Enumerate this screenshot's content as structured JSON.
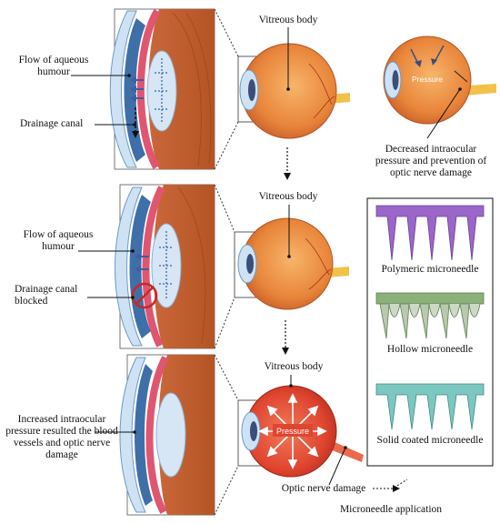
{
  "panel1": {
    "label_flow": "Flow of aqueous humour",
    "label_drain": "Drainage canal",
    "label_vitreous": "Vitreous body"
  },
  "panel2": {
    "label_flow": "Flow of aqueous humour",
    "label_drain": "Drainage canal blocked",
    "label_vitreous": "Vitreous body"
  },
  "panel3": {
    "label_pressure_damage": "Increased intraocular pressure resulted the blood vessels and optic nerve damage",
    "label_vitreous": "Vitreous body",
    "label_pressure": "Pressure",
    "label_optic": "Optic nerve damage"
  },
  "treated_eye": {
    "label_pressure": "Pressure",
    "label_outcome": "Decreased intraocular pressure and prevention of optic nerve damage"
  },
  "microneedles": {
    "polymeric": "Polymeric microneedle",
    "hollow": "Hollow microneedle",
    "solid": "Solid coated microneedle",
    "application": "Microneedle application"
  },
  "colors": {
    "polymeric": "#9a67c9",
    "hollow": "#8cb07a",
    "solid": "#7cc7c0",
    "eye_orange": "#e8853a",
    "cornea_blue": "#a9c8e6",
    "blocked_red": "#c62828"
  }
}
